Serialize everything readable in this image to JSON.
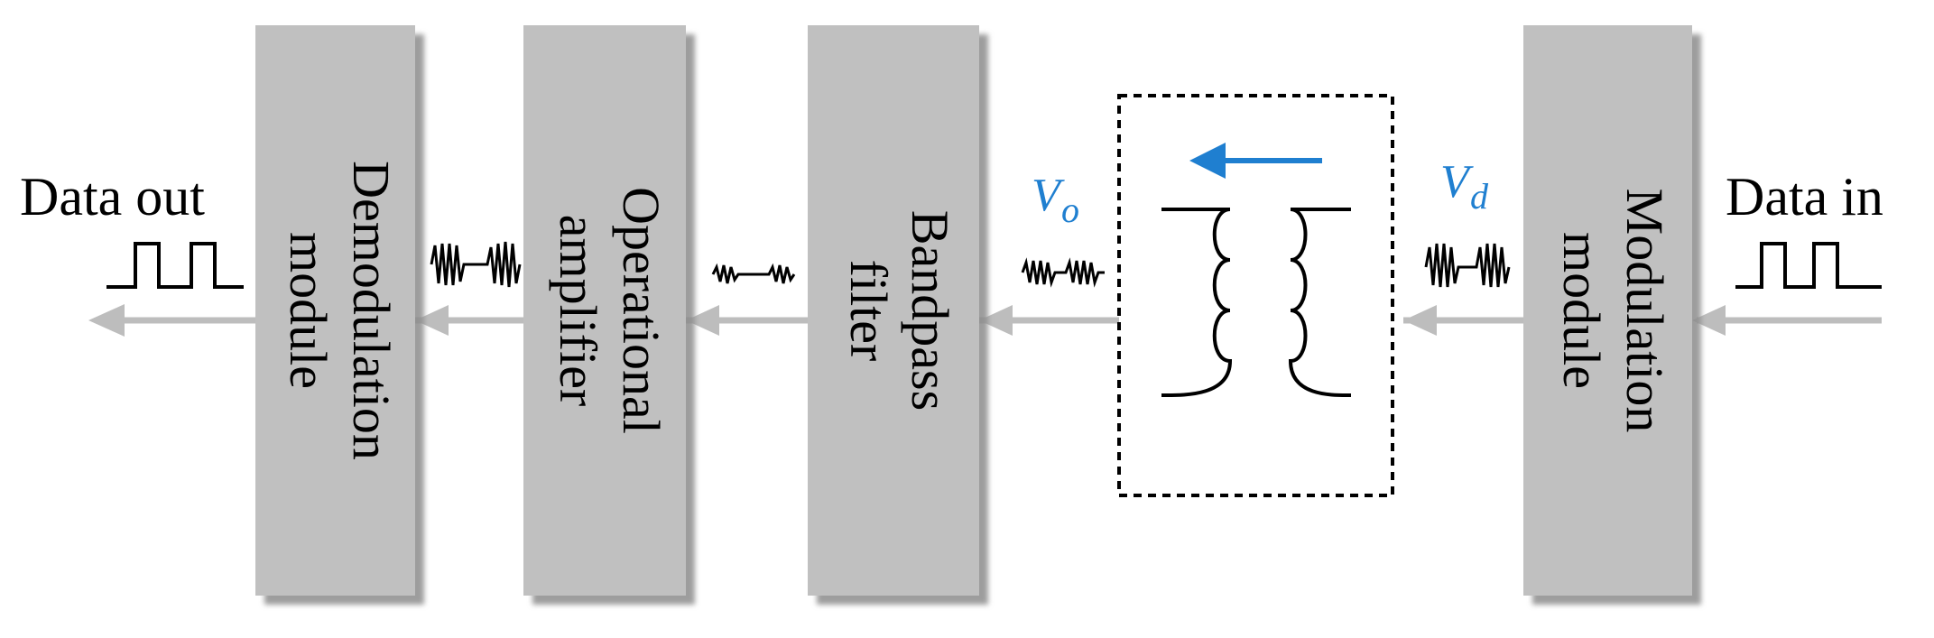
{
  "colors": {
    "block_fill": "#c0c0c0",
    "block_shadow": "#9a9a9a",
    "arrow": "#bdbdbd",
    "accent_blue": "#1f7fd0",
    "line": "#000000"
  },
  "io": {
    "data_out": "Data out",
    "data_in": "Data in"
  },
  "blocks": {
    "demodulation": {
      "line1": "Demodulation",
      "line2": "module"
    },
    "opamp": {
      "line1": "Operational",
      "line2": "amplifier"
    },
    "bandpass": {
      "line1": "Bandpass",
      "line2": "filter"
    },
    "modulation": {
      "line1": "Modulation",
      "line2": "module"
    }
  },
  "signals": {
    "vo_main": "V",
    "vo_sub": "o",
    "vd_main": "V",
    "vd_sub": "d"
  },
  "icons": {
    "transformer": "transformer-icon",
    "transfer_arrow": "arrow-left-icon",
    "square_wave": "square-wave-icon",
    "burst_wave": "burst-wave-icon"
  }
}
